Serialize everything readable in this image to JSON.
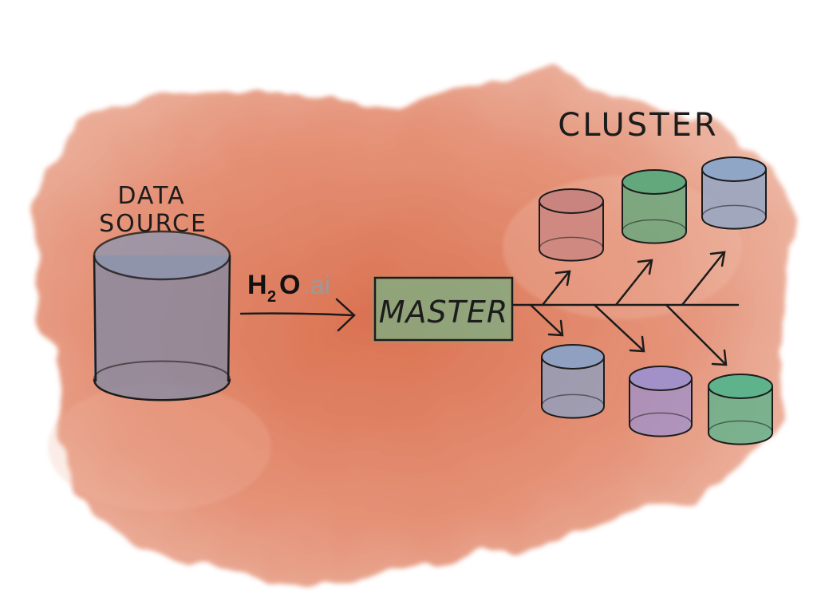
{
  "labels": {
    "data_source_line1": "DATA",
    "data_source_line2": "SOURCE",
    "logo_h": "H",
    "logo_2": "2",
    "logo_o": "O",
    "logo_ai": ".ai",
    "master": "MASTER",
    "cluster": "CLUSTER"
  },
  "colors": {
    "background_wash": "#dc7f62",
    "data_source_fill": "#7f8aa6",
    "master_fill": "#7fae82",
    "node_red": "#c9847f",
    "node_green": "#63a77c",
    "node_blue": "#8fa6c7",
    "node_purple": "#a191c8",
    "node_teal": "#5fb38c",
    "ink": "#1c1c1c"
  },
  "cluster_nodes": [
    {
      "color": "#c9847f"
    },
    {
      "color": "#63a77c"
    },
    {
      "color": "#8fa6c7"
    },
    {
      "color": "#8fa0c0"
    },
    {
      "color": "#a191c8"
    },
    {
      "color": "#5fb38c"
    }
  ]
}
